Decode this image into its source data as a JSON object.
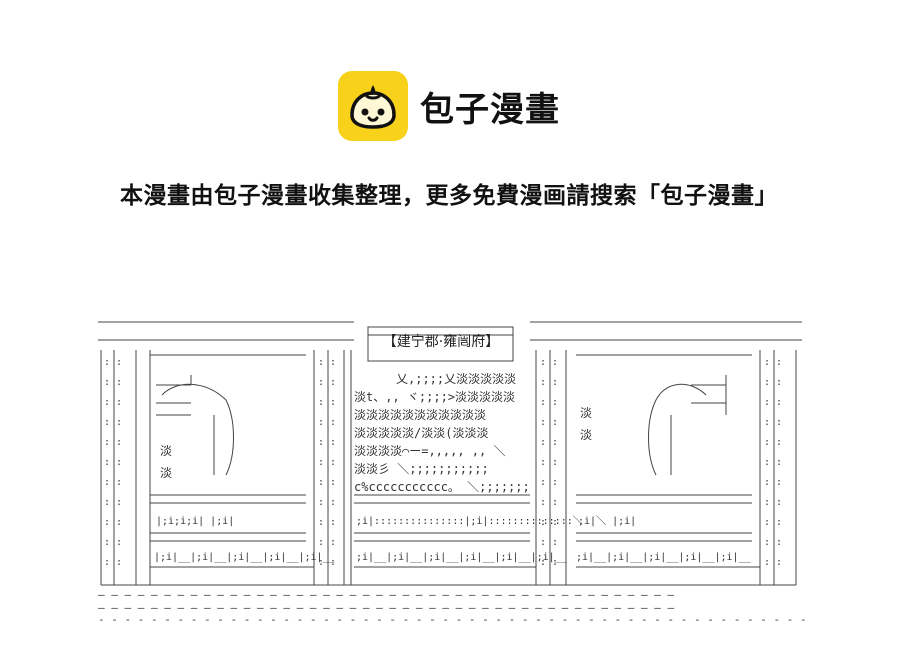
{
  "brand": {
    "name": "包子漫畫",
    "accent_color": "#f8d21a",
    "icon": "bun-logo-icon"
  },
  "notice": {
    "text": "本漫畫由包子漫畫收集整理，更多免費漫画請搜索「包子漫畫」"
  },
  "art": {
    "sign": "【建宁郡·雍闿府】",
    "left_door_char": "淡",
    "right_door_char": "淡",
    "middle_rows": [
      "乂,;;;;乂淡淡淡淡淡",
      "淡t、,,  ヾ;;;;>淡淡淡淡淡",
      "淡淡淡淡淡淡淡淡淡淡淡",
      "淡淡淡淡淡/淡淡(淡淡淡",
      "淡淡淡淡⌒ー=,,,,, ,, ＼",
      "淡淡彡         ＼;;;;;;;;;;;",
      "c%ccccccccccc。 ＼;;;;;;;"
    ]
  }
}
